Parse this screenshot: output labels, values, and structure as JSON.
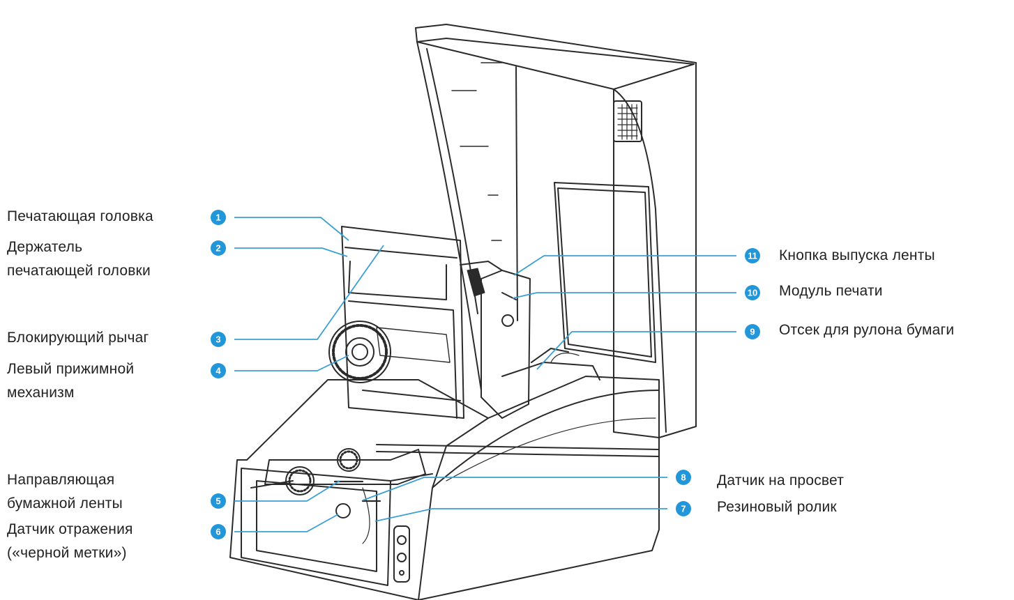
{
  "colors": {
    "callout_line": "#3aa0d4",
    "badge": "#2196d8",
    "drawing": "#2a2a2a"
  },
  "callouts": [
    {
      "number": "1",
      "lines": [
        "Печатающая головка"
      ]
    },
    {
      "number": "2",
      "lines": [
        "Держатель",
        "печатающей головки"
      ]
    },
    {
      "number": "3",
      "lines": [
        "Блокирующий рычаг"
      ]
    },
    {
      "number": "4",
      "lines": [
        "Левый прижимной",
        "механизм"
      ]
    },
    {
      "number": "5",
      "lines": [
        "Направляющая",
        "бумажной ленты"
      ]
    },
    {
      "number": "6",
      "lines": [
        "Датчик отражения",
        "(«черной метки»)"
      ]
    },
    {
      "number": "7",
      "lines": [
        "Резиновый ролик"
      ]
    },
    {
      "number": "8",
      "lines": [
        "Датчик на просвет"
      ]
    },
    {
      "number": "9",
      "lines": [
        "Отсек для рулона бумаги"
      ]
    },
    {
      "number": "10",
      "lines": [
        "Модуль печати"
      ]
    },
    {
      "number": "11",
      "lines": [
        "Кнопка выпуска ленты"
      ]
    }
  ]
}
